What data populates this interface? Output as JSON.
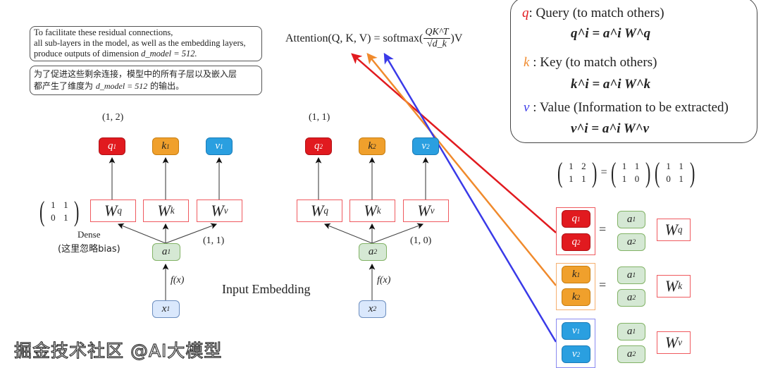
{
  "notes": {
    "english": [
      "To facilitate these residual connections,",
      "all sub-layers in the model, as well as the embedding layers,",
      "produce outputs of dimension"
    ],
    "english_math": "d_model = 512.",
    "chinese": [
      "为了促进这些剩余连接，模型中的所有子层以及嵌入层",
      "都产生了维度为"
    ],
    "chinese_math": "d_model = 512",
    "chinese_tail": "的输出。"
  },
  "formula": {
    "lhs": "Attention(Q, K, V) = softmax(",
    "numerator": "QK^T",
    "denominator": "√d_k",
    "rhs": ")V"
  },
  "legend_box": {
    "q_symbol": "q",
    "q_label": ": Query (to match others)",
    "q_eq": "q^i = a^i W^q",
    "k_symbol": "k",
    "k_label": " : Key (to match others)",
    "k_eq": "k^i = a^i W^k",
    "v_symbol": "v",
    "v_label": " : Value (Information to be extracted)",
    "v_eq": "v^i = a^i W^v"
  },
  "matrix_equation": {
    "lhs": [
      [
        "1",
        "2"
      ],
      [
        "1",
        "1"
      ]
    ],
    "m1": [
      [
        "1",
        "1"
      ],
      [
        "1",
        "0"
      ]
    ],
    "m2": [
      [
        "1",
        "1"
      ],
      [
        "0",
        "1"
      ]
    ],
    "equals": "="
  },
  "left_block": {
    "shape_out": "(1, 2)",
    "weight_matrix": [
      [
        "1",
        "1"
      ],
      [
        "0",
        "1"
      ]
    ],
    "dense_label": "Dense",
    "dense_note": "(这里忽略bias)",
    "shape_in": "(1, 1)",
    "fx": "f(x)",
    "outputs": [
      {
        "base": "q",
        "sup": "1"
      },
      {
        "base": "k",
        "sup": "1"
      },
      {
        "base": "v",
        "sup": "1"
      }
    ],
    "weights": [
      {
        "base": "W",
        "sup": "q"
      },
      {
        "base": "W",
        "sup": "k"
      },
      {
        "base": "W",
        "sup": "v"
      }
    ],
    "a": {
      "base": "a",
      "sub": "1"
    },
    "x": {
      "base": "x",
      "sub": "1"
    }
  },
  "right_block": {
    "shape_out": "(1, 1)",
    "shape_in": "(1, 0)",
    "fx": "f(x)",
    "outputs": [
      {
        "base": "q",
        "sup": "2"
      },
      {
        "base": "k",
        "sup": "2"
      },
      {
        "base": "v",
        "sup": "2"
      }
    ],
    "weights": [
      {
        "base": "W",
        "sup": "q"
      },
      {
        "base": "W",
        "sup": "k"
      },
      {
        "base": "W",
        "sup": "v"
      }
    ],
    "a": {
      "base": "a",
      "sub": "2"
    },
    "x": {
      "base": "x",
      "sub": "2"
    }
  },
  "input_embedding_label": "Input Embedding",
  "stacked": {
    "equals": "=",
    "rows": [
      {
        "items": [
          {
            "base": "q",
            "sup": "1"
          },
          {
            "base": "q",
            "sup": "2"
          }
        ],
        "w": {
          "base": "W",
          "sup": "q"
        }
      },
      {
        "items": [
          {
            "base": "k",
            "sup": "1"
          },
          {
            "base": "k",
            "sup": "2"
          }
        ],
        "w": {
          "base": "W",
          "sup": "k"
        }
      },
      {
        "items": [
          {
            "base": "v",
            "sup": "1"
          },
          {
            "base": "v",
            "sup": "2"
          }
        ],
        "w": {
          "base": "W",
          "sup": "v"
        }
      }
    ],
    "a_items": [
      {
        "base": "a",
        "sub": "1"
      },
      {
        "base": "a",
        "sub": "2"
      }
    ]
  },
  "watermark": "掘金技术社区 @AI大模型",
  "colors": {
    "query": "#e11a1f",
    "key": "#f0a02c",
    "value": "#2a9fe0",
    "value_line": "#3a3ae8",
    "weight_border": "#ef5a5f",
    "a_fill": "#d5e8d4",
    "x_fill": "#dae8fc"
  }
}
